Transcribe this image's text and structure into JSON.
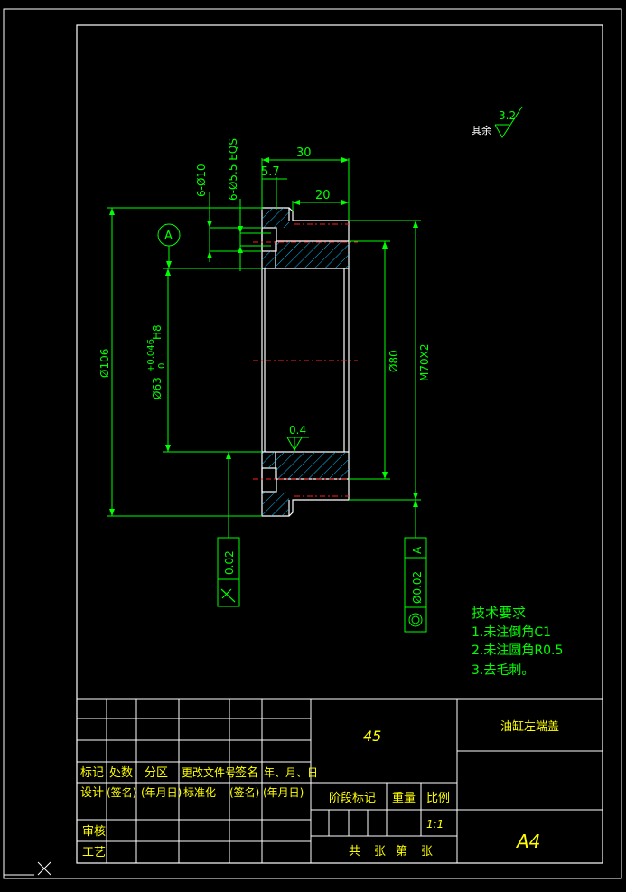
{
  "drawing": {
    "colors": {
      "border": "#ffffff",
      "part": "#ffffff",
      "dimension": "#00ff00",
      "hatch": "#00c0ff",
      "center": "#ff2020",
      "text_yellow": "#ffff00"
    },
    "roughness_default_label": "其余",
    "roughness_default_value": "3.2",
    "roughness_bore_value": "0.4",
    "dims": {
      "len_30": "30",
      "len_20": "20",
      "len_5_7": "5.7",
      "holes_10": "6-Ø10",
      "holes_5_5": "6-Ø5.5 EQS",
      "dia_106": "Ø106",
      "dia_63": "Ø63",
      "dia_63_tol_upper": "+0.046",
      "dia_63_tol_lower": "0",
      "dia_63_fit": "H8",
      "dia_80": "Ø80",
      "thread": "M70X2"
    },
    "view_label": "A",
    "gdt_perpendicularity_tol": "0.02",
    "gdt_perpendicularity_symbol": "perpendicularity-icon",
    "gdt_concentricity_tol": "Ø0.02",
    "gdt_concentricity_datum": "A",
    "gdt_concentricity_symbol": "concentricity-icon",
    "notes": {
      "title": "技术要求",
      "items": [
        "1.未注倒角C1",
        "2.未注圆角R0.5",
        "3.去毛刺。"
      ]
    }
  },
  "title_block": {
    "material": "45",
    "part_name": "油缸左端盖",
    "sheet_size": "A4",
    "scale": "1:1",
    "headers_row1": [
      "标记",
      "处数",
      "分区",
      "更改文件号",
      "签名",
      "年、月、日"
    ],
    "headers_row2": [
      "设计",
      "(签名)",
      "(年月日)",
      "标准化",
      "(签名)",
      "(年月日)"
    ],
    "stage_mark": "阶段标记",
    "weight": "重量",
    "ratio": "比例",
    "reviewer": "审核",
    "process": "工艺",
    "sheet_info": [
      "共",
      "张",
      "第",
      "张"
    ]
  }
}
